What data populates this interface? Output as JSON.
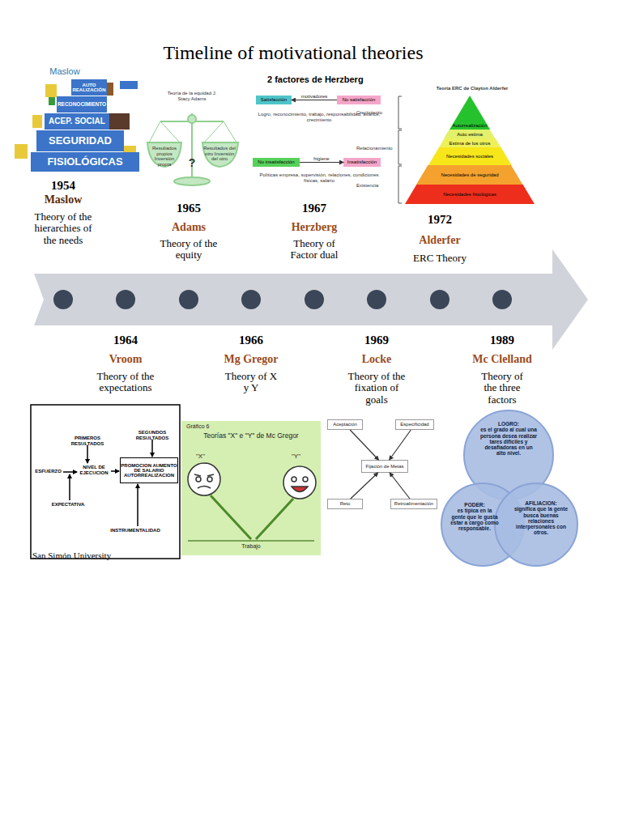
{
  "diagram": {
    "title": "Timeline of motivational theories",
    "nodes": [
      {
        "text": [
          "AUTO REALIZACIÓN"
        ]
      },
      {
        "text": [
          "RECONOCIMIENTO"
        ]
      },
      {
        "text": [
          "ACEP. SOCIAL"
        ]
      },
      {
        "text": [
          "SEGURIDAD"
        ]
      },
      {
        "text": [
          "FISIOLÓGICAS"
        ]
      },
      {
        "text": [
          "Satisfacción"
        ]
      },
      {
        "text": [
          "No satisfacción"
        ]
      },
      {
        "text": [
          "No insatisfacción"
        ]
      },
      {
        "text": [
          "Insatisfacción"
        ]
      },
      {
        "text": [
          "Autorrealización"
        ]
      },
      {
        "text": [
          "Auto estima"
        ]
      },
      {
        "text": [
          "Estima de los otros"
        ]
      },
      {
        "text": [
          "Necesidades sociales"
        ]
      },
      {
        "text": [
          "Necesidades de seguridad"
        ]
      },
      {
        "text": [
          "Necesidades fisiológicas"
        ]
      },
      {
        "text": [
          "PROMOCION AUMENTO DE SALARIO AUTORREALIZACION"
        ]
      },
      {
        "text": [
          "Gráfico 6",
          "Teorías \"X\" e \"Y\" de Mc Gregor",
          "\"X\"",
          "\"Y\"",
          "Trabajo"
        ]
      },
      {
        "text": [
          "Aceptación"
        ]
      },
      {
        "text": [
          "Especificidad"
        ]
      },
      {
        "text": [
          "Fijación de Metas"
        ]
      },
      {
        "text": [
          "Reto"
        ]
      },
      {
        "text": [
          "Retroalimentación"
        ]
      },
      {
        "text": [
          "LOGRO:",
          "es el grado al cual una persona desea realizar tares difíciles y desafiadoras en un alto nivel."
        ]
      },
      {
        "text": [
          "PODER:",
          "es típica en la gente que le gusta estar a cargo como responsable."
        ]
      },
      {
        "text": [
          "AFILIACION:",
          "significa que la gente busca buenas relaciones interpersonales con otros."
        ]
      }
    ],
    "edges": [
      {
        "from": 6,
        "to": 5,
        "label": "motivadores",
        "arrow": "to"
      },
      {
        "from": 7,
        "to": 8,
        "label": "higiene",
        "arrow": "to"
      },
      {
        "from": 17,
        "to": 19,
        "arrow": "to"
      },
      {
        "from": 18,
        "to": 19,
        "arrow": "to"
      },
      {
        "from": 20,
        "to": 19,
        "arrow": "to"
      },
      {
        "from": 21,
        "to": 19,
        "arrow": "to"
      }
    ],
    "labels": [
      "Maslow",
      "Teoría de la equidad J. Stacy Adams",
      "?",
      "Resultados propios Inversión propia",
      "Resultados del otro Inversión del otro",
      "2 factores de Herzberg",
      "Logro, reconocimiento, trabajo, responsabilidad, avance, crecimiento",
      "Políticas empresa, supervisión, relaciones, condiciones físicas, salario",
      "Teoría ERC de Clayton Alderfer",
      "Crecimiento",
      "Relacionamiento",
      "Existencia",
      "1954",
      "Maslow",
      "Theory of the hierarchies of the needs",
      "1965",
      "Adams",
      "Theory of the equity",
      "1967",
      "Herzberg",
      "Theory of Factor dual",
      "1972",
      "Alderfer",
      "ERC Theory",
      "1964",
      "Vroom",
      "Theory of the expectations",
      "1966",
      "Mg Gregor",
      "Theory of X y Y",
      "1969",
      "Locke",
      "Theory of the fixation of goals",
      "1989",
      "Mc Clelland",
      "Theory of the three factors",
      "PRIMEROS RESULTADOS",
      "SEGUNDOS RESULTADOS",
      "ESFUERZO",
      "NIVEL DE EJECUCION",
      "EXPECTATIVA",
      "INSTRUMENTALIDAD",
      "San Simón University"
    ]
  }
}
